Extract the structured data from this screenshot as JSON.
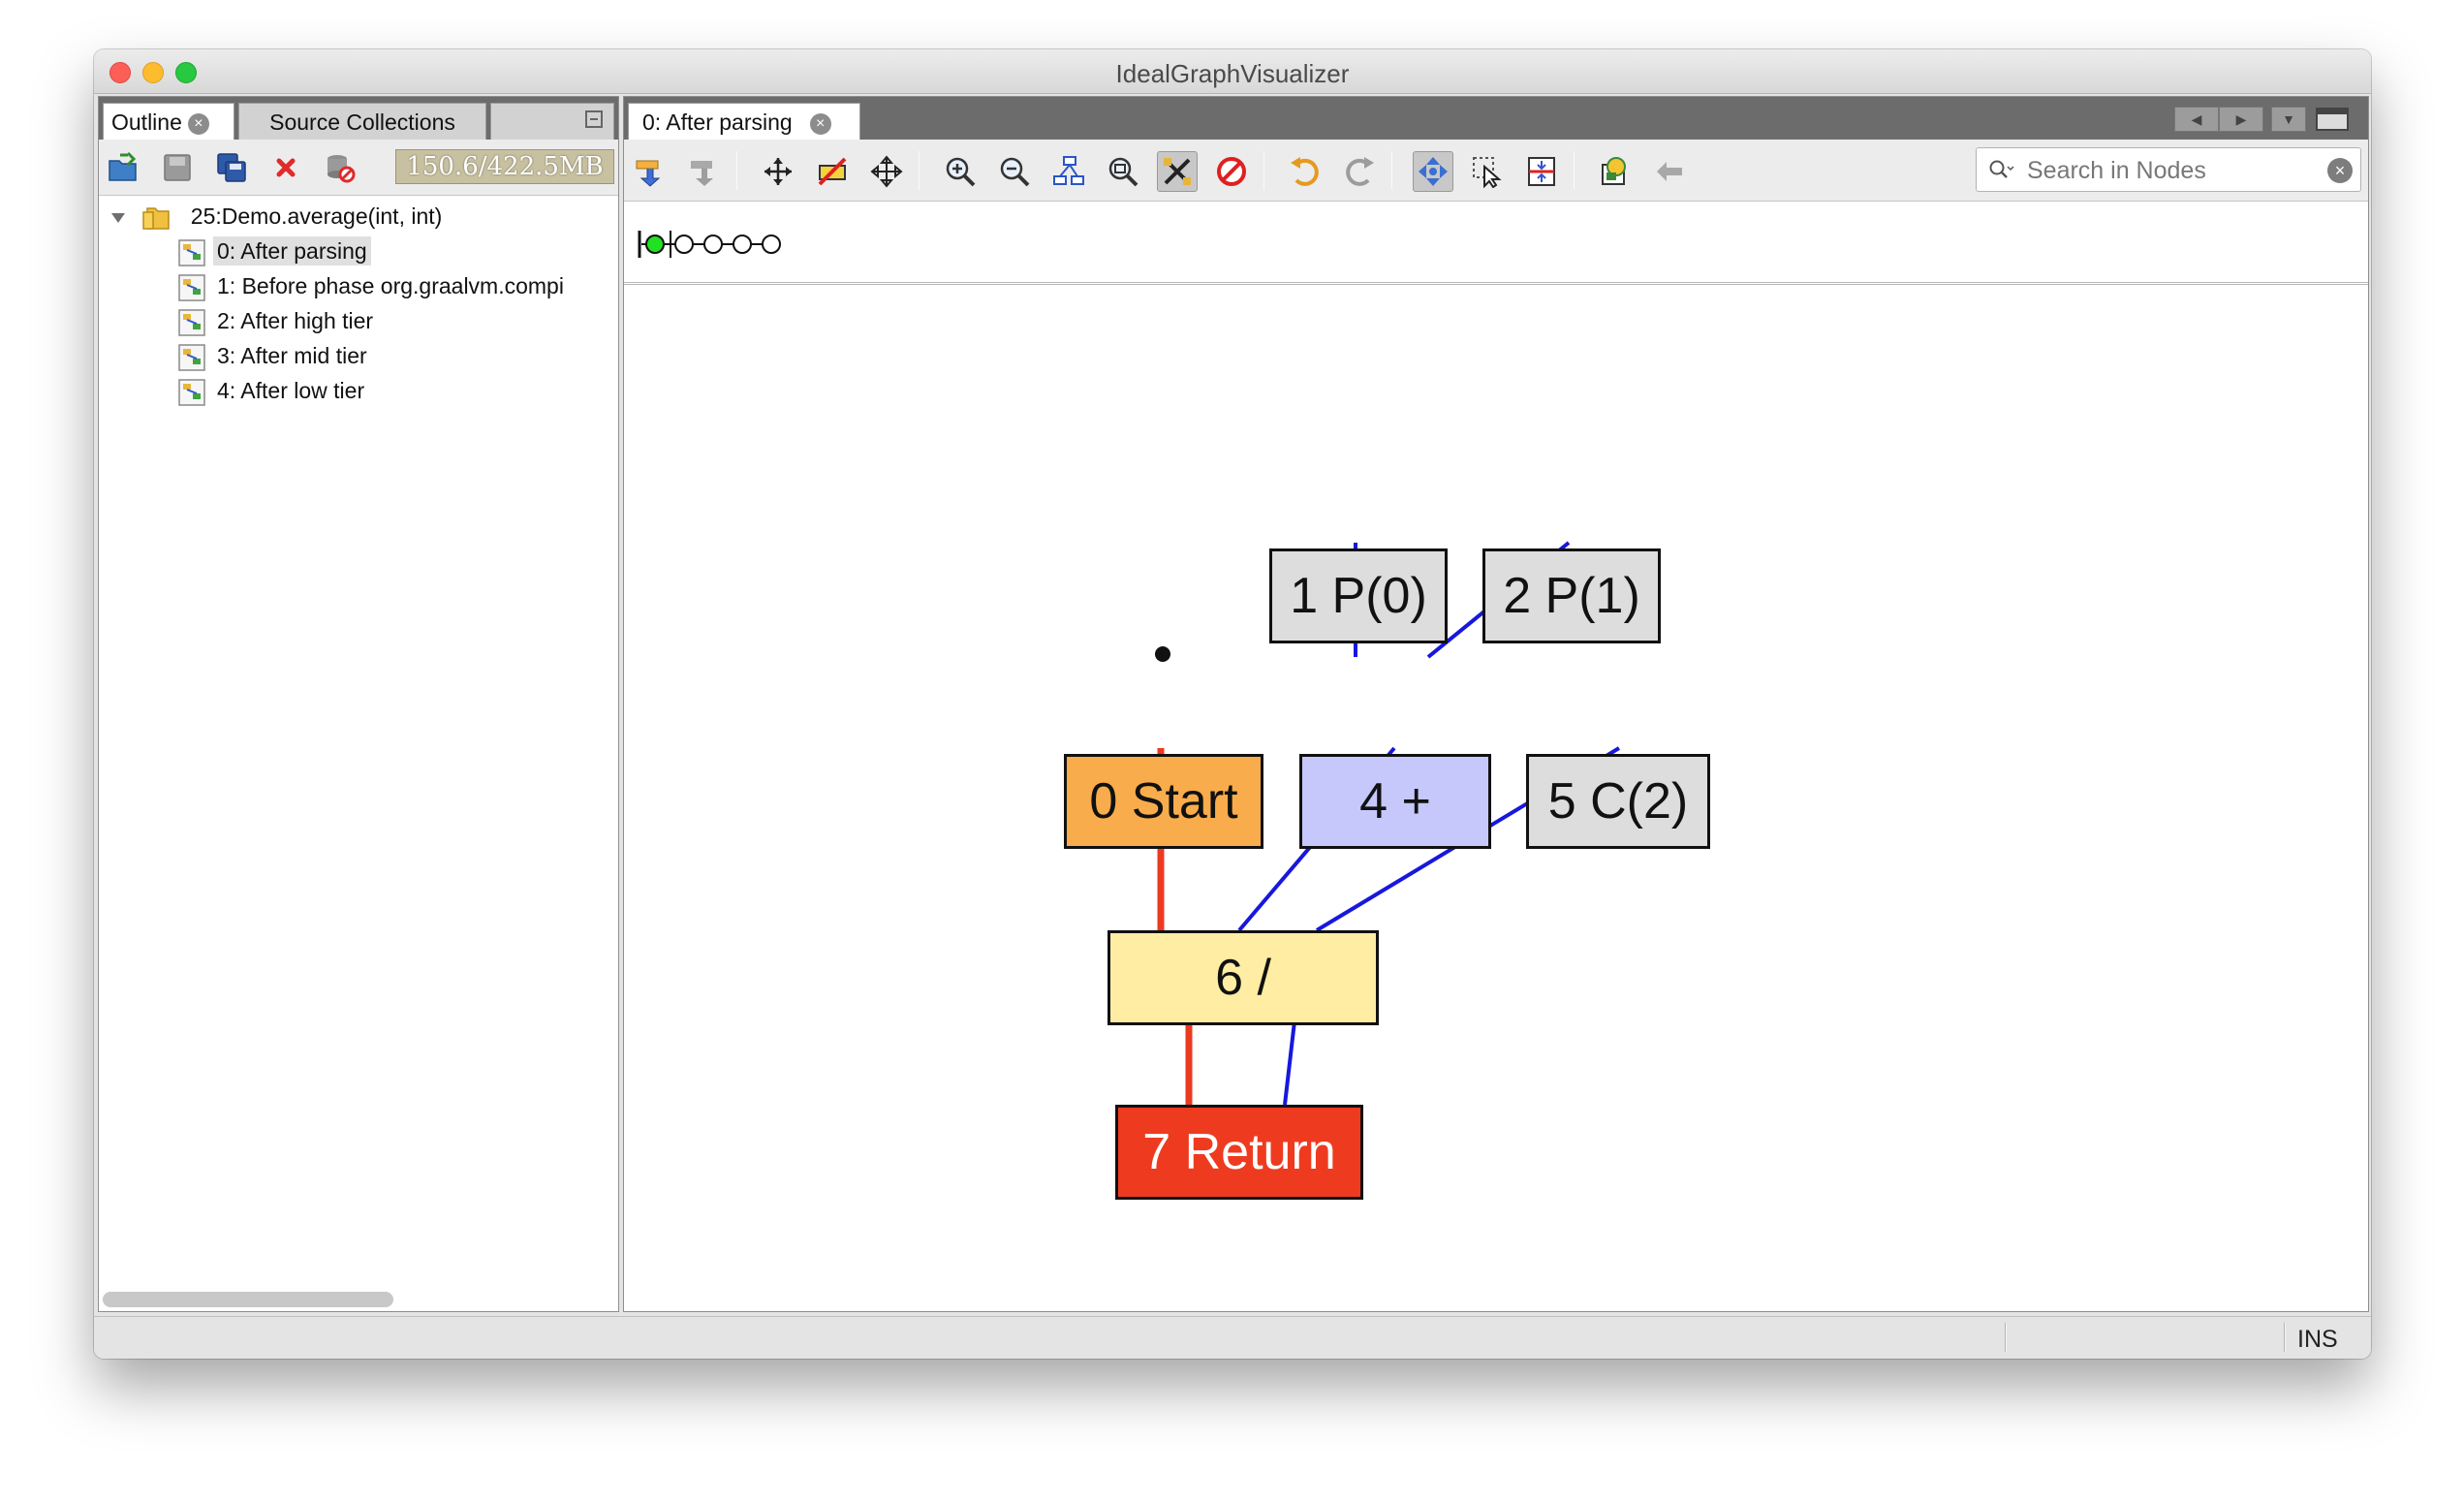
{
  "window": {
    "title": "IdealGraphVisualizer"
  },
  "left_panel": {
    "tabs": [
      "Outline",
      "Source Collections"
    ],
    "memory": "150.6/422.5MB",
    "tree": {
      "root": "25:Demo.average(int, int)",
      "items": [
        "0: After parsing",
        "1: Before phase org.graalvm.compi",
        "2: After high tier",
        "3: After mid tier",
        "4: After low tier"
      ],
      "selected_index": 0
    }
  },
  "editor": {
    "tab": "0: After parsing",
    "search_placeholder": "Search in Nodes",
    "timeline": {
      "phases": 5,
      "current": 0
    },
    "nodes": {
      "n1": "1 P(0)",
      "n2": "2 P(1)",
      "n0": "0 Start",
      "n4": "4 +",
      "n5": "5 C(2)",
      "n6": "6 /",
      "n7": "7 Return"
    },
    "colors": {
      "start": "#f8ac4b",
      "add": "#c6c8fb",
      "param": "#dddddd",
      "div": "#feeda3",
      "return": "#ee3b20",
      "control_edge": "#ec3a21",
      "data_edge": "#1717dd"
    }
  },
  "status": {
    "mode": "INS"
  }
}
